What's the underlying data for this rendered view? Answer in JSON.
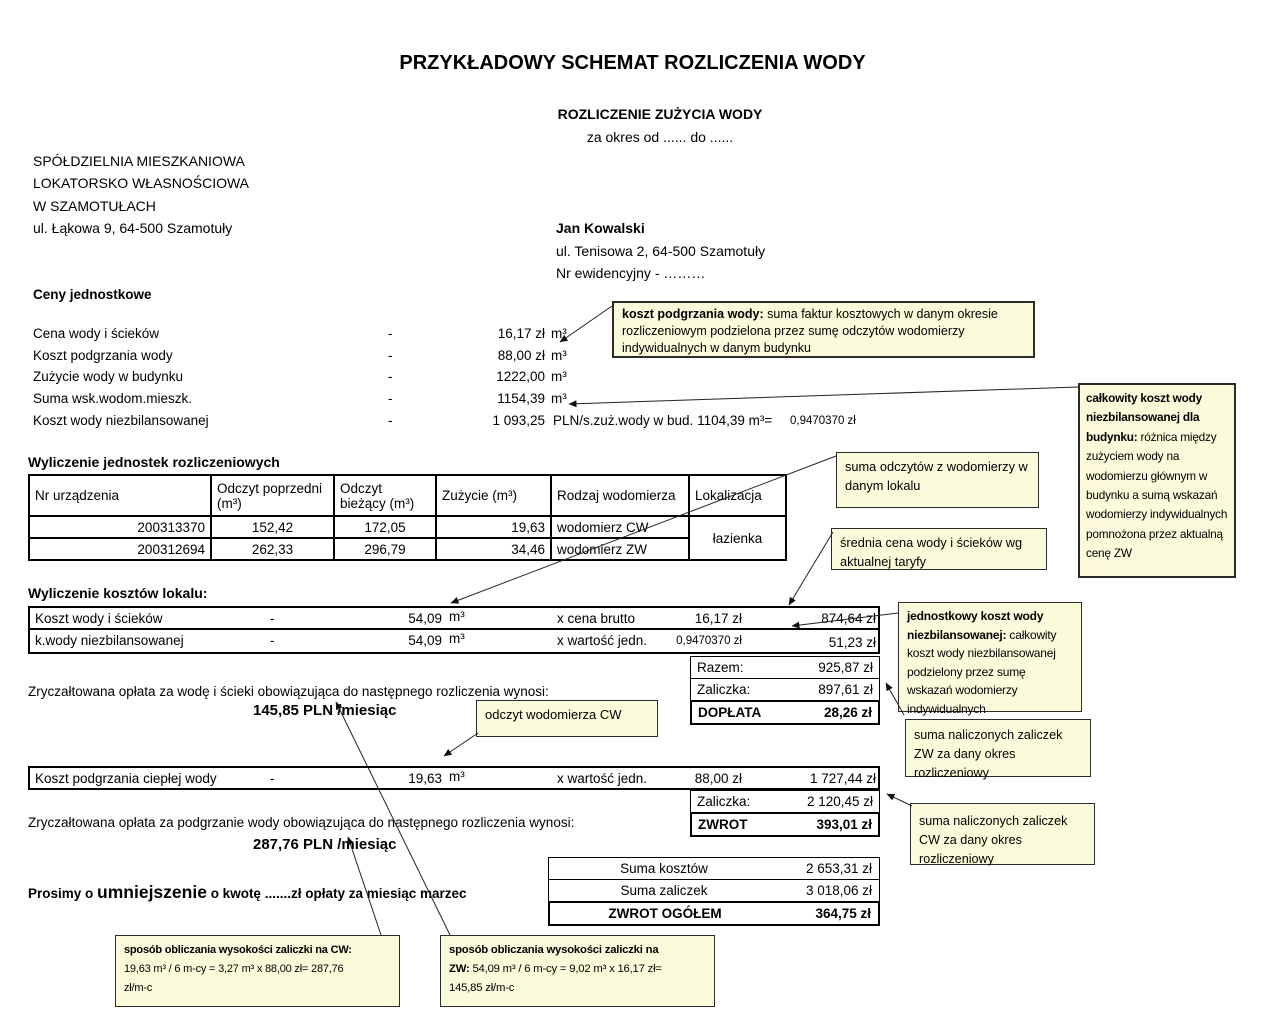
{
  "colors": {
    "note_bg": "#FBFBDC",
    "note_border": "#2B2B2B",
    "line": "#1A1A1A",
    "text": "#000000",
    "bg": "#FFFFFF"
  },
  "header": {
    "title": "PRZYKŁADOWY SCHEMAT ROZLICZENIA WODY",
    "subtitle": "ROZLICZENIE ZUŻYCIA WODY",
    "period": "za okres od ...... do ......"
  },
  "sender": {
    "line1": "SPÓŁDZIELNIA MIESZKANIOWA",
    "line2": "LOKATORSKO WŁASNOŚCIOWA",
    "line3": "W SZAMOTUŁACH",
    "line4": "ul. Łąkowa 9, 64-500 Szamotuły"
  },
  "recipient": {
    "name": "Jan Kowalski",
    "address": "ul. Tenisowa 2, 64-500 Szamotuły",
    "id_line": "Nr ewidencyjny - ………"
  },
  "unit_prices": {
    "heading": "Ceny jednostkowe",
    "rows": [
      {
        "label": "Cena wody i ścieków",
        "sep": "-",
        "value": "16,17 zł",
        "unit": "m³"
      },
      {
        "label": "Koszt podgrzania wody",
        "sep": "-",
        "value": "88,00 zł",
        "unit": "m³"
      },
      {
        "label": "Zużycie wody w budynku",
        "sep": "-",
        "value": "1222,00",
        "unit": "m³"
      },
      {
        "label": "Suma wsk.wodom.mieszk.",
        "sep": "-",
        "value": "1154,39",
        "unit": "m³"
      },
      {
        "label": "Koszt wody niezbilansowanej",
        "sep": "-",
        "value": "1 093,25",
        "unit": "PLN/s.zuż.wody w bud. 1104,39 m³=",
        "extra": "0,9470370 zł"
      }
    ]
  },
  "units_table": {
    "heading": "Wyliczenie jednostek rozliczeniowych",
    "col_device": "Nr urządzenia",
    "col_prev": "Odczyt poprzedni (m³)",
    "col_curr": "Odczyt bieżący (m³)",
    "col_usage": "Zużycie (m³)",
    "col_type": "Rodzaj wodomierza",
    "col_loc": "Lokalizacja",
    "rows": [
      {
        "device": "200313370",
        "prev": "152,42",
        "curr": "172,05",
        "usage": "19,63",
        "type": "wodomierz CW"
      },
      {
        "device": "200312694",
        "prev": "262,33",
        "curr": "296,79",
        "usage": "34,46",
        "type": "wodomierz ZW"
      }
    ],
    "location": "łazienka"
  },
  "costs": {
    "heading": "Wyliczenie kosztów lokalu:",
    "row1": {
      "label": "Koszt wody i ścieków",
      "sep": "-",
      "qty": "54,09",
      "unit": "m³",
      "op": "x cena brutto",
      "rate": "16,17 zł",
      "amount": "874,64 zł"
    },
    "row2": {
      "label": "k.wody niezbilansowanej",
      "sep": "-",
      "qty": "54,09",
      "unit": "m³",
      "op": "x wartość jedn.",
      "rate": "0,9470370 zł",
      "amount": "51,23 zł"
    },
    "sum1": {
      "label": "Razem:",
      "value": "925,87 zł"
    },
    "sum2": {
      "label": "Zaliczka:",
      "value": "897,61 zł"
    },
    "sum3": {
      "label": "DOPŁATA",
      "value": "28,26 zł"
    },
    "flat_note": "Zryczałtowana opłata za wodę i ścieki obowiązująca do następnego rozliczenia wynosi:",
    "flat_value": "145,85 PLN /miesiąc"
  },
  "heating": {
    "row": {
      "label": "Koszt podgrzania ciepłej wody",
      "sep": "-",
      "qty": "19,63",
      "unit": "m³",
      "op": "x wartość jedn.",
      "rate": "88,00 zł",
      "amount": "1 727,44 zł"
    },
    "sum1": {
      "label": "Zaliczka:",
      "value": "2 120,45 zł"
    },
    "sum2": {
      "label": "ZWROT",
      "value": "393,01 zł"
    },
    "flat_note": "Zryczałtowana opłata za podgrzanie wody obowiązująca do następnego rozliczenia wynosi:",
    "flat_value": "287,76 PLN /miesiąc"
  },
  "totals": {
    "row1": {
      "label": "Suma kosztów",
      "value": "2 653,31 zł"
    },
    "row2": {
      "label": "Suma zaliczek",
      "value": "3 018,06 zł"
    },
    "row3": {
      "label": "ZWROT OGÓŁEM",
      "value": "364,75 zł"
    }
  },
  "request": {
    "prefix": "Prosimy o ",
    "emphasis": "umniejszenie",
    "suffix": " o kwotę  .......zł opłaty za miesiąc marzec"
  },
  "notes": {
    "heating_cost": {
      "title": "koszt podgrzania wody:",
      "body": " suma faktur kosztowych w danym okresie rozliczeniowym podzielona przez sumę odczytów wodomierzy indywidualnych w danym budynku"
    },
    "unbalanced_total": {
      "title": "całkowity koszt wody niezbilansowanej dla budynku:",
      "body": " różnica między zużyciem wody na wodomierzu głównym w budynku a sumą wskazań wodomierzy indywidualnych pomnożona przez aktualną cenę ZW"
    },
    "meter_sum": {
      "body": "suma odczytów z wodomierzy w danym lokalu"
    },
    "avg_price": {
      "body": "średnia cena wody i ścieków wg aktualnej taryfy"
    },
    "unbalanced_unit": {
      "title": "jednostkowy koszt wody niezbilansowanej:",
      "body": " całkowity koszt wody niezbilansowanej podzielony przez sumę wskazań wodomierzy indywidualnych"
    },
    "zw_advances": {
      "body": "suma naliczonych zaliczek ZW za dany okres rozliczeniowy"
    },
    "cw_advances": {
      "body": "suma naliczonych zaliczek CW za dany okres rozliczeniowy"
    },
    "cw_reading": {
      "body": "odczyt wodomierza CW"
    },
    "cw_advance_calc": {
      "title": "sposób obliczania wysokości zaliczki na CW:",
      "line2": "19,63 m³ / 6 m-cy = 3,27 m³ x 88,00 zł= 287,76",
      "line3": "zł/m-c"
    },
    "zw_advance_calc": {
      "title": "sposób obliczania wysokości zaliczki na",
      "line2_bold": "ZW:",
      "line2": " 54,09 m³ / 6 m-cy = 9,02 m³ x 16,17 zł=",
      "line3": "145,85 zł/m-c"
    }
  }
}
